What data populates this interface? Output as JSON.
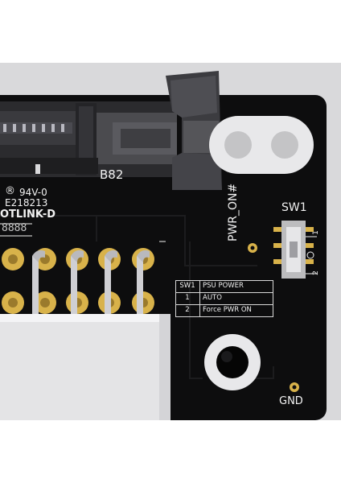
{
  "board": {
    "connector_label": "B82",
    "cert_mark": "94V-0",
    "cert_number": "E218213",
    "maker_text": "OTLINK-D",
    "digit_box": "8888",
    "signal_label": "PWR_ON#",
    "switch_label": "SW1",
    "switch_pin1": "1",
    "switch_pin2": "2",
    "ground_label": "GND"
  },
  "table": {
    "headers": [
      "SW1",
      "PSU POWER"
    ],
    "rows": [
      {
        "pos": "1",
        "mode": "AUTO"
      },
      {
        "pos": "2",
        "mode": "Force PWR ON"
      }
    ]
  },
  "colors": {
    "pcb": "#0d0d0e",
    "silkscreen": "#f2f2f2",
    "gold_pad": "#d8b24a",
    "background": "#d9d9db"
  }
}
